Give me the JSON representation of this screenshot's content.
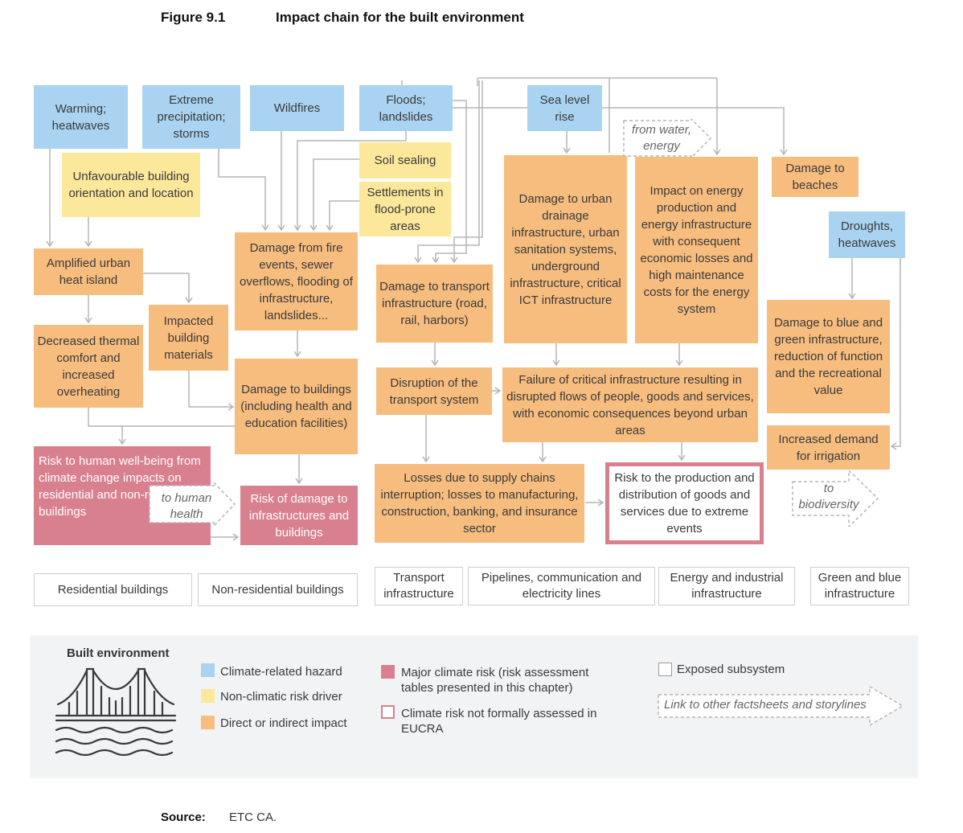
{
  "figure": {
    "number": "Figure 9.1",
    "title": "Impact chain for the built environment"
  },
  "hazards": {
    "warming": "Warming; heatwaves",
    "precip": "Extreme precipitation; storms",
    "wildfires": "Wildfires",
    "floods": "Floods; landslides",
    "sealevel": "Sea level rise",
    "droughts": "Droughts, heatwaves"
  },
  "nonclimatic": {
    "orientation": "Unfavourable building orientation and location",
    "soil": "Soil sealing",
    "settlements": "Settlements in flood-prone areas"
  },
  "impacts": {
    "uhi": "Amplified urban heat island",
    "thermal": "Decreased thermal comfort and increased overheating",
    "materials": "Impacted building materials",
    "fire": "Damage from fire events, sewer overflows, flooding of infrastructure, landslides...",
    "buildings": "Damage to buildings (including health and education facilities)",
    "transport": "Damage to transport infrastructure (road, rail, harbors)",
    "disruption": "Disruption of the transport system",
    "drainage": "Damage to urban drainage infrastructure, urban sanitation systems, underground infrastructure, critical ICT infrastructure",
    "energy": "Impact on energy production and energy infrastructure with consequent economic losses and high maintenance costs for the energy system",
    "beaches": "Damage to beaches",
    "greenblue": "Damage to blue and green infrastructure, reduction of function and the recreational value",
    "failure": "Failure of critical infrastructure resulting in disrupted flows of people, goods and services, with economic consequences beyond urban areas",
    "losses": "Losses due to supply chains interruption; losses to manufacturing, construction, banking, and insurance sector",
    "irrigation": "Increased demand for irrigation"
  },
  "risks": {
    "wellbeing": "Risk to human well-being from climate change impacts on residential and non-residential buildings",
    "infra": "Risk of damage to infrastructures and buildings",
    "production": "Risk to the production and distribution of goods and services due to extreme events"
  },
  "links": {
    "water_energy": "from water, energy",
    "human_health": "to human health",
    "biodiversity": "to biodiversity"
  },
  "subsystems": [
    "Residential buildings",
    "Non-residential buildings",
    "Transport infrastructure",
    "Pipelines, communication and electricity lines",
    "Energy and industrial infrastructure",
    "Green and blue infrastructure"
  ],
  "legend": {
    "title": "Built environment",
    "hazard": "Climate-related hazard",
    "nonclimatic": "Non-climatic risk driver",
    "impact": "Direct or indirect impact",
    "major_risk": "Major climate risk (risk assessment tables presented in this chapter)",
    "not_assessed": "Climate risk not formally assessed in EUCRA",
    "exposed": "Exposed subsystem",
    "link": "Link to other factsheets and storylines"
  },
  "colors": {
    "hazard": "#a9d3f0",
    "nonclimatic": "#fbe89b",
    "impact": "#f7bd7f",
    "risk": "#d9808f",
    "connector": "#b5b5b5"
  },
  "source": {
    "label": "Source:",
    "text": "ETC CA."
  }
}
